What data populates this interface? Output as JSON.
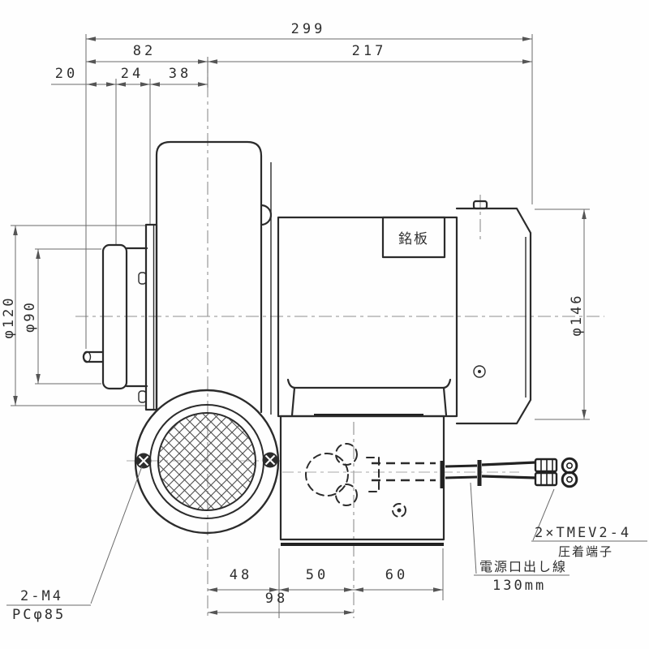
{
  "drawing_title": "blower-side-view-technical-drawing",
  "dims": {
    "d299": "299",
    "d82": "82",
    "d217": "217",
    "d20": "20",
    "d24": "24",
    "d38": "38",
    "d120": "φ120",
    "d90": "φ90",
    "d146": "φ146",
    "d48": "48",
    "d50": "50",
    "d60": "60",
    "d98": "98"
  },
  "labels": {
    "nameplate": "銘板",
    "terminal_type": "2×TMEV2-4",
    "terminal_name": "圧着端子",
    "lead_wire": "電源口出し線",
    "lead_length": "130mm",
    "screw_spec": "2-M4",
    "pitch_circle": "PCφ85"
  },
  "colors": {
    "line": "#2b2b2b",
    "dim_line": "#6b6b6b",
    "centerline": "#8f8f8f",
    "background": "#fefefe"
  }
}
